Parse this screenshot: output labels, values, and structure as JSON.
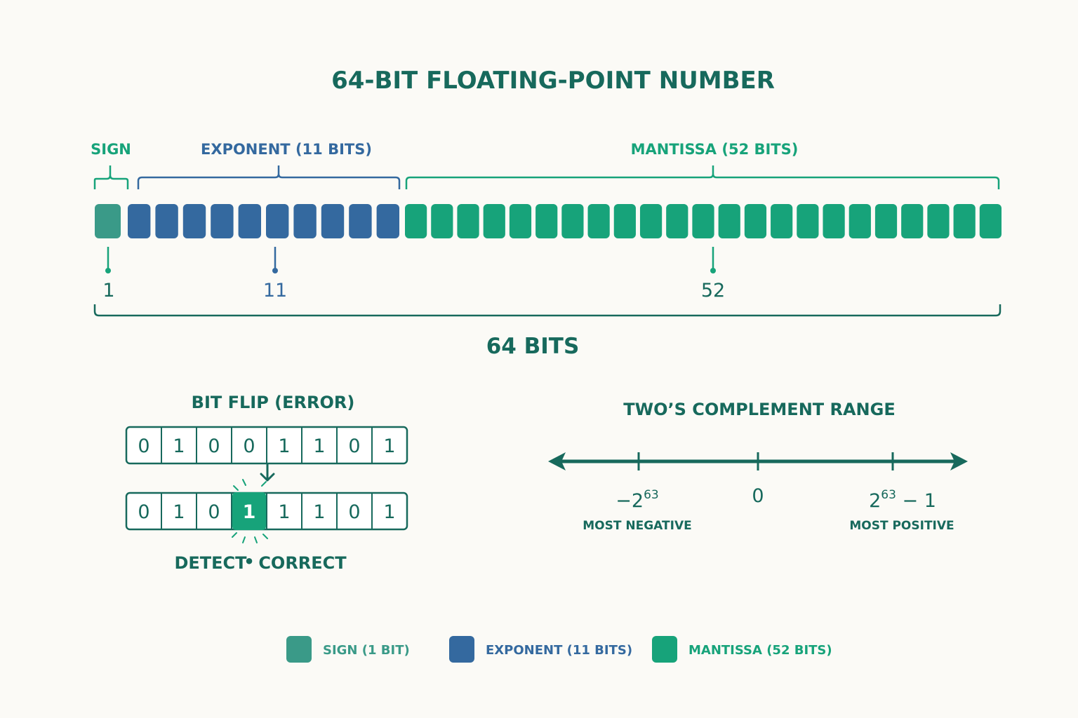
{
  "title": "64-BIT FLOATING-POINT NUMBER",
  "colors": {
    "sign": "#3a9a88",
    "exponent": "#34699f",
    "mantissa": "#17a37a",
    "dark_teal": "#17695c",
    "background": "#fbfaf6"
  },
  "layout_sections": {
    "sign": {
      "label": "SIGN",
      "count": "1",
      "drawn_cells": 1
    },
    "exponent": {
      "label": "EXPONENT (11 BITS)",
      "count": "11",
      "drawn_cells": 10
    },
    "mantissa": {
      "label": "MANTISSA (52 BITS)",
      "count": "52",
      "drawn_cells": 23
    },
    "total_label": "64 BITS"
  },
  "bit_flip": {
    "title": "BIT FLIP (ERROR)",
    "original_bits": [
      "0",
      "1",
      "0",
      "0",
      "1",
      "1",
      "0",
      "1"
    ],
    "flipped_bits": [
      "0",
      "1",
      "0",
      "1",
      "1",
      "1",
      "0",
      "1"
    ],
    "flipped_index": 3,
    "caption_left": "DETECT",
    "separator": "•",
    "caption_right": "CORRECT"
  },
  "range": {
    "title": "TWO’S COMPLEMENT RANGE",
    "min": {
      "base": "−2",
      "exp": "63",
      "suffix": "",
      "label": "MOST NEGATIVE"
    },
    "zero": "0",
    "max": {
      "base": "2",
      "exp": "63",
      "suffix": " − 1",
      "label": "MOST POSITIVE"
    }
  },
  "legend": [
    {
      "label": "SIGN (1 BIT)",
      "color": "#3a9a88"
    },
    {
      "label": "EXPONENT (11 BITS)",
      "color": "#34699f"
    },
    {
      "label": "MANTISSA (52 BITS)",
      "color": "#17a37a"
    }
  ]
}
